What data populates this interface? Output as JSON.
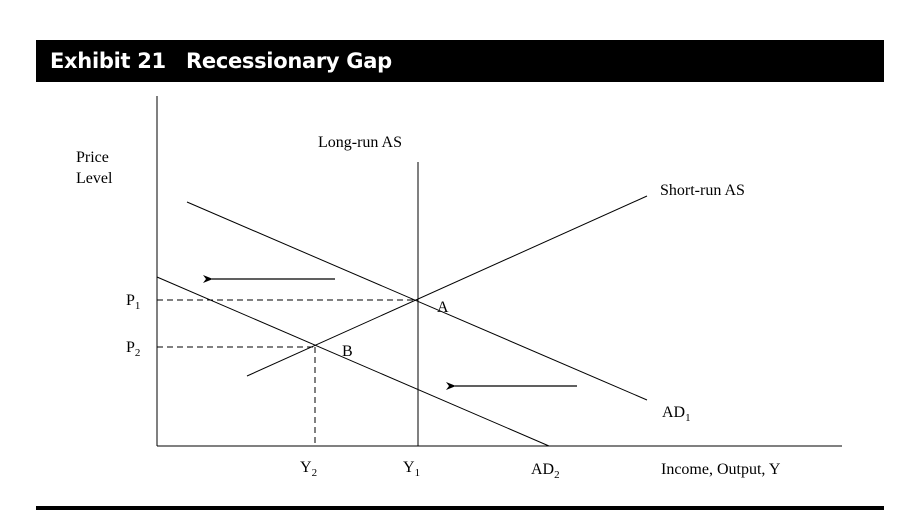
{
  "exhibit": {
    "number": "Exhibit 21",
    "title": "Recessionary Gap"
  },
  "axes": {
    "y_label_line1": "Price",
    "y_label_line2": "Level",
    "x_label": "Income, Output, Y"
  },
  "curves": {
    "long_run_as": "Long-run AS",
    "short_run_as": "Short-run AS",
    "ad1": {
      "base": "AD",
      "sub": "1"
    },
    "ad2": {
      "base": "AD",
      "sub": "2"
    }
  },
  "points": {
    "a": "A",
    "b": "B"
  },
  "price_levels": {
    "p1": {
      "base": "P",
      "sub": "1"
    },
    "p2": {
      "base": "P",
      "sub": "2"
    }
  },
  "output_levels": {
    "y1": {
      "base": "Y",
      "sub": "1"
    },
    "y2": {
      "base": "Y",
      "sub": "2"
    }
  }
}
